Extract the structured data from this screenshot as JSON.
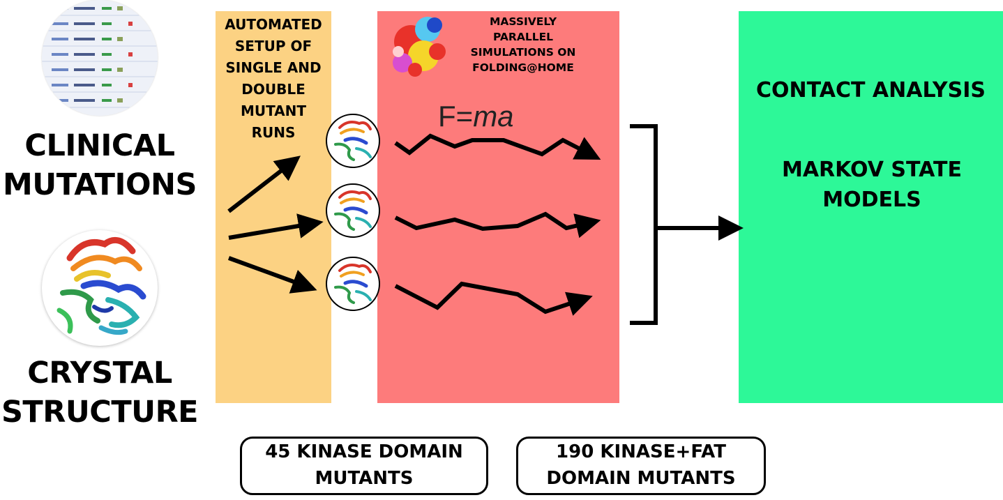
{
  "left": {
    "clinical_label": "CLINICAL\nMUTATIONS",
    "crystal_label": "CRYSTAL\nSTRUCTURE"
  },
  "setup_panel": {
    "title": "AUTOMATED\nSETUP OF\nSINGLE AND\nDOUBLE\nMUTANT\nRUNS",
    "color": "#fcd283"
  },
  "simulation_panel": {
    "title": "MASSIVELY\nPARALLEL\nSIMULATIONS ON\nFOLDING@HOME",
    "equation_prefix": "F=",
    "equation_italic": "ma",
    "color": "#fd7b7b"
  },
  "analysis_panel": {
    "contact": "CONTACT ANALYSIS",
    "markov": "MARKOV STATE\nMODELS",
    "color": "#2df898"
  },
  "bottom": {
    "kinase_box": "45 KINASE DOMAIN\nMUTANTS",
    "kinase_fat_box": "190 KINASE+FAT\nDOMAIN MUTANTS"
  },
  "icons": {
    "table_thumbnail": "mutation-table-icon",
    "structure_thumbnail": "protein-structure-icon",
    "folding_logo": "folding-at-home-logo-icon"
  }
}
